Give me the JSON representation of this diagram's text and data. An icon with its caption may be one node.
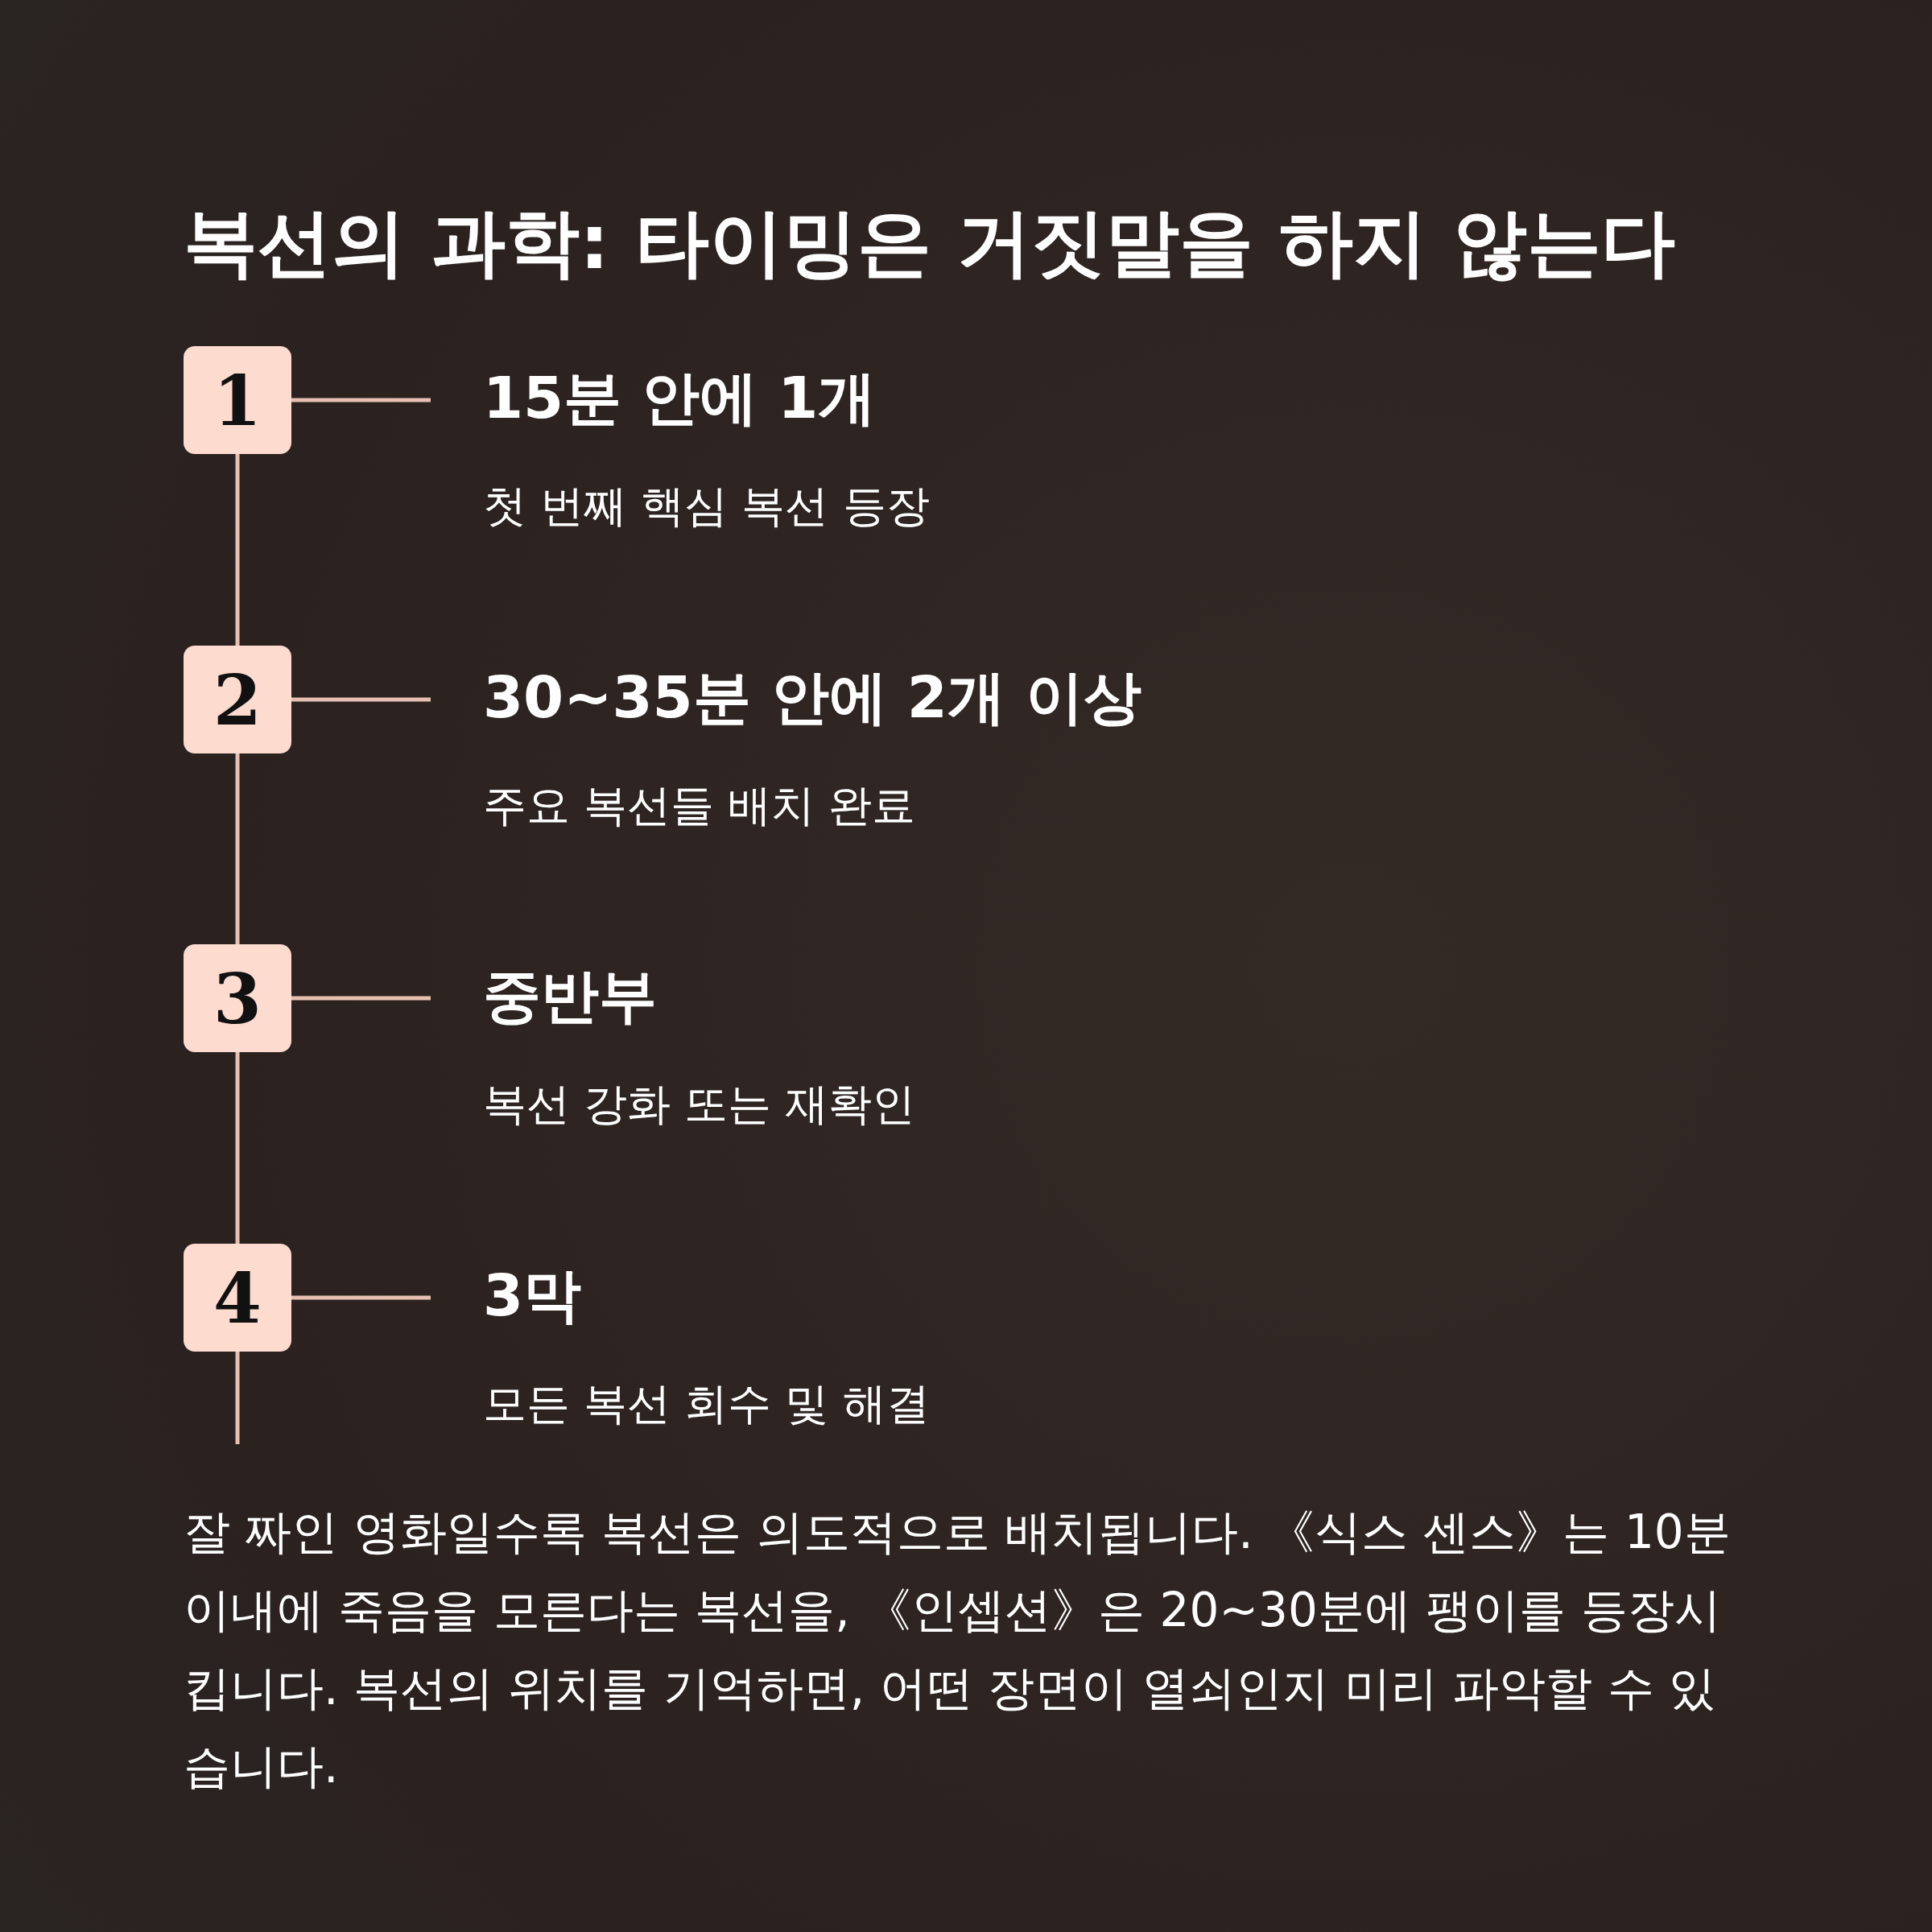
{
  "diagram": {
    "title": "복선의 과학: 타이밍은 거짓말을 하지 않는다",
    "nodes": [
      {
        "text": [
          "1"
        ]
      },
      {
        "text": [
          "15분 안에 1개",
          "첫 번째 핵심 복선 등장"
        ]
      },
      {
        "text": [
          "2"
        ]
      },
      {
        "text": [
          "30~35분 안에 2개 이상",
          "주요 복선들 배치 완료"
        ]
      },
      {
        "text": [
          "3"
        ]
      },
      {
        "text": [
          "중반부",
          "복선 강화 또는 재확인"
        ]
      },
      {
        "text": [
          "4"
        ]
      },
      {
        "text": [
          "3막",
          "모든 복선 회수 및 해결"
        ]
      }
    ],
    "edges": [
      {
        "from": 0,
        "to": 1,
        "arrow": "none"
      },
      {
        "from": 0,
        "to": 2,
        "arrow": "none"
      },
      {
        "from": 2,
        "to": 3,
        "arrow": "none"
      },
      {
        "from": 2,
        "to": 4,
        "arrow": "none"
      },
      {
        "from": 4,
        "to": 5,
        "arrow": "none"
      },
      {
        "from": 4,
        "to": 6,
        "arrow": "none"
      },
      {
        "from": 6,
        "to": 7,
        "arrow": "none"
      },
      {
        "from": 6,
        "to": null,
        "arrow": "none"
      }
    ],
    "labels": [
      "잘 짜인 영화일수록 복선은 의도적으로 배치됩니다. 《식스 센스》는 10분 이내에 죽음을 모른다는 복선을, 《인셉션》은 20~30분에 팽이를 등장시킵니다. 복선의 위치를 기억하면, 어떤 장면이 열쇠인지 미리 파악할 수 있습니다."
    ]
  }
}
